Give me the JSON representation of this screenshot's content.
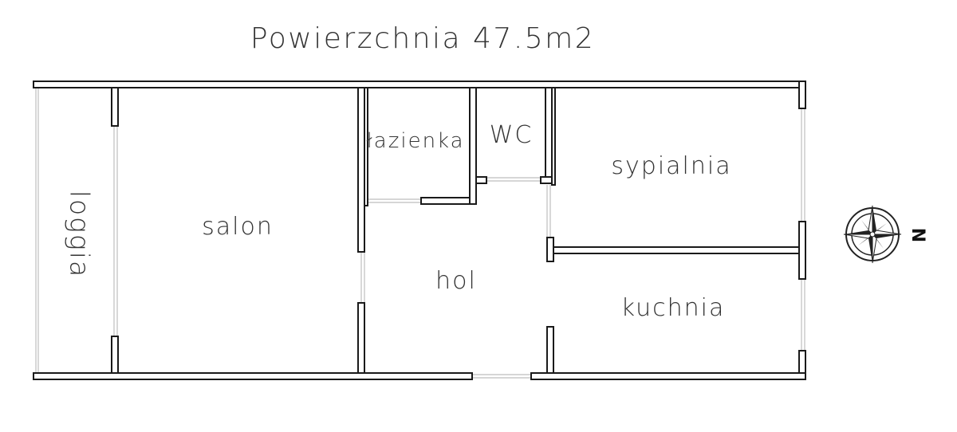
{
  "title": "Powierzchnia 47.5m2",
  "rooms": {
    "loggia": "loggia",
    "salon": "salon",
    "lazienka": "łazienka",
    "wc": "WC",
    "sypialnia": "sypialnia",
    "hol": "hol",
    "kuchnia": "kuchnia"
  },
  "compass": {
    "label": "N",
    "icon": "compass-rose-icon"
  },
  "colors": {
    "wall": "#1a1a1a",
    "window": "#c8c8c8",
    "text": "#333333"
  }
}
